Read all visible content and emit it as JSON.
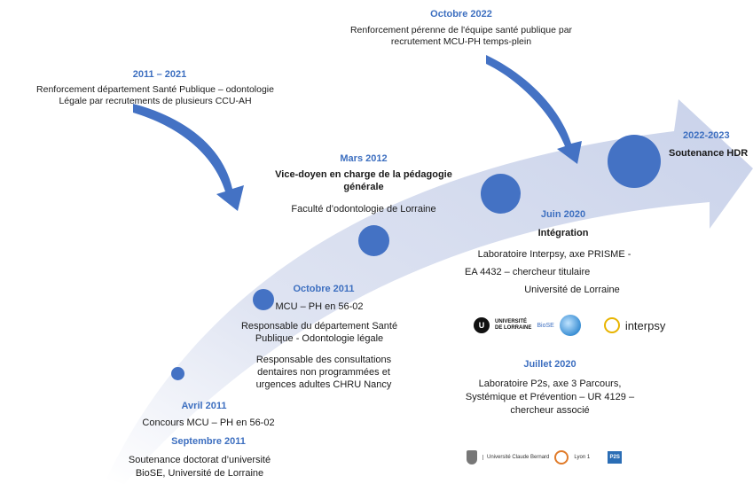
{
  "colors": {
    "accent": "#3d6fc0",
    "dot": "#4472c4",
    "arrow_band": "#d4dbee"
  },
  "events": {
    "oct2022": {
      "date": "Octobre 2022",
      "lines": [
        "Renforcement pérenne de l'équipe santé publique par",
        "recrutement MCU-PH temps-plein"
      ]
    },
    "y2011_2021": {
      "date": "2011 – 2021",
      "lines": [
        "Renforcement département Santé Publique – odontologie",
        "Légale par recrutements de plusieurs CCU-AH"
      ]
    },
    "y2022_2023": {
      "date": "2022-2023",
      "text": "Soutenance HDR"
    },
    "mar2012": {
      "date": "Mars 2012",
      "title_lines": [
        "Vice-doyen en charge de la pédagogie",
        "générale"
      ],
      "sub": "Faculté d’odontologie de Lorraine"
    },
    "jun2020": {
      "date": "Juin 2020",
      "title": "Intégration",
      "lines": [
        "Laboratoire Interpsy, axe PRISME -",
        "EA 4432 – chercheur titulaire",
        "Université de Lorraine"
      ]
    },
    "oct2011": {
      "date": "Octobre 2011",
      "line1": "MCU – PH en 56-02",
      "resp1": [
        "Responsable du département Santé",
        "Publique - Odontologie légale"
      ],
      "resp2": [
        "Responsable des consultations",
        "dentaires non programmées et",
        "urgences adultes CHRU Nancy"
      ]
    },
    "jul2020": {
      "date": "Juillet 2020",
      "lines": [
        "Laboratoire P2s, axe 3 Parcours,",
        "Systémique et Prévention – UR 4129 –",
        "chercheur associé"
      ]
    },
    "apr2011": {
      "date": "Avril 2011",
      "text": "Concours MCU – PH en 56-02"
    },
    "sep2011": {
      "date": "Septembre 2011",
      "lines": [
        "Soutenance doctorat d’université",
        "BioSE, Université de Lorraine"
      ]
    }
  },
  "logos": {
    "ul": {
      "mark": "U",
      "line1": "UNIVERSITÉ",
      "line2": "DE LORRAINE"
    },
    "biose": "BioSE",
    "interpsy": "interpsy",
    "ucb": "Université Claude Bernard",
    "lyon": "Lyon 1",
    "p2s": "P2S"
  }
}
